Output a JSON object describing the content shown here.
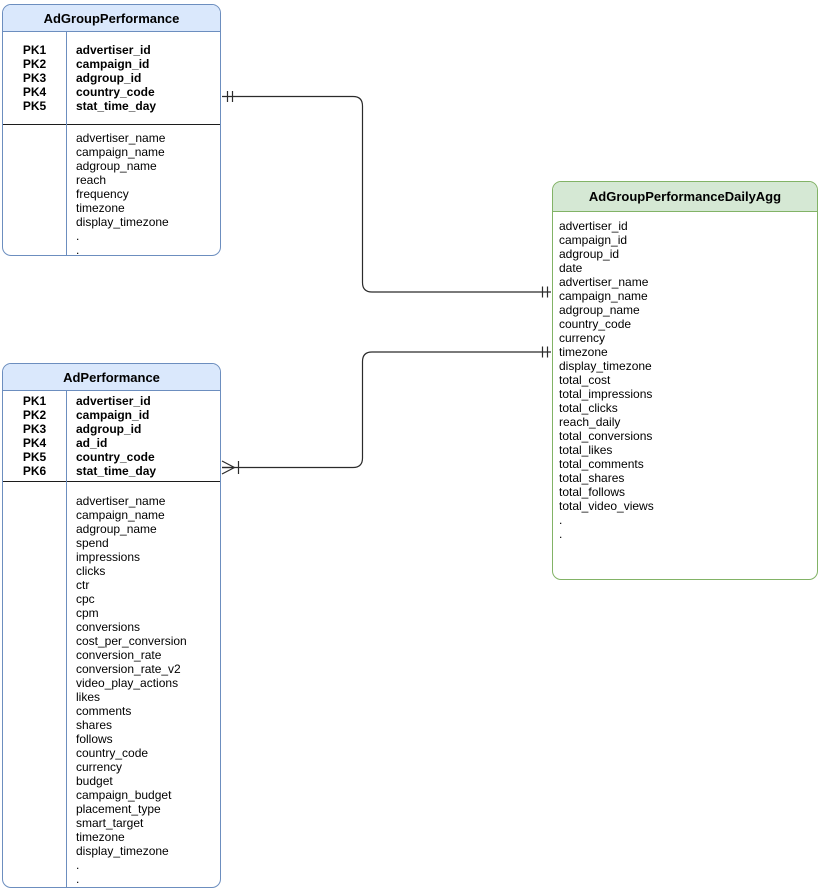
{
  "tables": [
    {
      "id": "AdGroupPerformance",
      "title": "AdGroupPerformance",
      "header_fill": "#dae8fc",
      "border_color": "#6c8ebf",
      "primary_keys": [
        {
          "label": "PK1",
          "field": "advertiser_id"
        },
        {
          "label": "PK2",
          "field": "campaign_id"
        },
        {
          "label": "PK3",
          "field": "adgroup_id"
        },
        {
          "label": "PK4",
          "field": "country_code"
        },
        {
          "label": "PK5",
          "field": "stat_time_day"
        }
      ],
      "attributes": [
        "advertiser_name",
        "campaign_name",
        "adgroup_name",
        "reach",
        "frequency",
        "timezone",
        "display_timezone",
        ".",
        "."
      ]
    },
    {
      "id": "AdPerformance",
      "title": "AdPerformance",
      "header_fill": "#dae8fc",
      "border_color": "#6c8ebf",
      "primary_keys": [
        {
          "label": "PK1",
          "field": "advertiser_id"
        },
        {
          "label": "PK2",
          "field": "campaign_id"
        },
        {
          "label": "PK3",
          "field": "adgroup_id"
        },
        {
          "label": "PK4",
          "field": "ad_id"
        },
        {
          "label": "PK5",
          "field": "country_code"
        },
        {
          "label": "PK6",
          "field": "stat_time_day"
        }
      ],
      "attributes": [
        "advertiser_name",
        "campaign_name",
        "adgroup_name",
        "spend",
        "impressions",
        "clicks",
        "ctr",
        "cpc",
        "cpm",
        "conversions",
        "cost_per_conversion",
        "conversion_rate",
        "conversion_rate_v2",
        "video_play_actions",
        "likes",
        "comments",
        "shares",
        "follows",
        "country_code",
        "currency",
        "budget",
        "campaign_budget",
        "placement_type",
        "smart_target",
        "timezone",
        "display_timezone",
        ".",
        "."
      ]
    },
    {
      "id": "AdGroupPerformanceDailyAgg",
      "title": "AdGroupPerformanceDailyAgg",
      "header_fill": "#d5e8d4",
      "border_color": "#82b366",
      "primary_keys": [],
      "attributes": [
        "advertiser_id",
        "campaign_id",
        "adgroup_id",
        "date",
        "advertiser_name",
        "campaign_name",
        "adgroup_name",
        "country_code",
        "currency",
        "timezone",
        "display_timezone",
        "total_cost",
        "total_impressions",
        "total_clicks",
        "reach_daily",
        "total_conversions",
        "total_likes",
        "total_comments",
        "total_shares",
        "total_follows",
        "total_video_views",
        ".",
        "."
      ]
    }
  ],
  "relationships": [
    {
      "from": "AdGroupPerformance",
      "to": "AdGroupPerformanceDailyAgg",
      "from_cardinality": "one-and-only-one",
      "to_cardinality": "one-and-only-one"
    },
    {
      "from": "AdPerformance",
      "to": "AdGroupPerformanceDailyAgg",
      "from_cardinality": "one-or-many",
      "to_cardinality": "one-and-only-one"
    }
  ],
  "line_color": "#2b2b2b"
}
